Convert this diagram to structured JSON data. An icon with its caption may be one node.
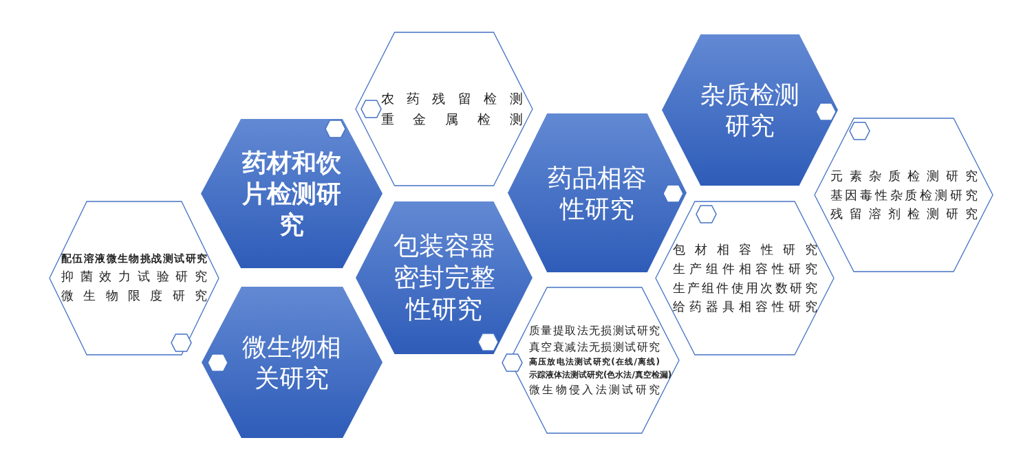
{
  "diagram": {
    "nodes": [
      {
        "text": [
          "**配伍溶液微生物挑战测试研究**",
          "抑菌效力试验研究",
          "微生物限度研究"
        ]
      },
      {
        "text": [
          "药材和饮片检测研究"
        ]
      },
      {
        "text": [
          "微生物相关研究"
        ]
      },
      {
        "text": [
          "农药残留检测",
          "重金属检测"
        ]
      },
      {
        "text": [
          "包装容器密封完整性研究"
        ]
      },
      {
        "text": [
          "质量提取法无损测试研究",
          "真空衰减法无损测试研究",
          "**高压放电法测试研究(在线/离线)**",
          "**示踪液体法测试研究(色水法/真空检漏)**",
          "微生物侵入法测试研究"
        ]
      },
      {
        "text": [
          "药品相容性研究"
        ]
      },
      {
        "text": [
          "杂质检测研究"
        ]
      },
      {
        "text": [
          "包材相容性研究",
          "生产组件相容性研究",
          "生产组件使用次数研究",
          "给药器具相容性研究"
        ]
      },
      {
        "text": [
          "元素杂质检测研究",
          "基因毒性杂质检测研究",
          "残留溶剂检测研究"
        ]
      },
      {
        "text": [],
        "shape": "hexagon",
        "in": 0
      },
      {
        "text": [],
        "shape": "hexagon",
        "in": 1
      },
      {
        "text": [],
        "shape": "hexagon",
        "in": 2
      },
      {
        "text": [],
        "shape": "hexagon",
        "in": 3
      },
      {
        "text": [],
        "shape": "hexagon",
        "in": 4
      },
      {
        "text": [],
        "shape": "hexagon"
      },
      {
        "text": [],
        "shape": "hexagon",
        "in": 6
      },
      {
        "text": [],
        "shape": "hexagon",
        "in": 7
      },
      {
        "text": [],
        "shape": "hexagon",
        "in": 8
      },
      {
        "text": [],
        "shape": "hexagon",
        "in": 9
      }
    ],
    "edges": []
  }
}
